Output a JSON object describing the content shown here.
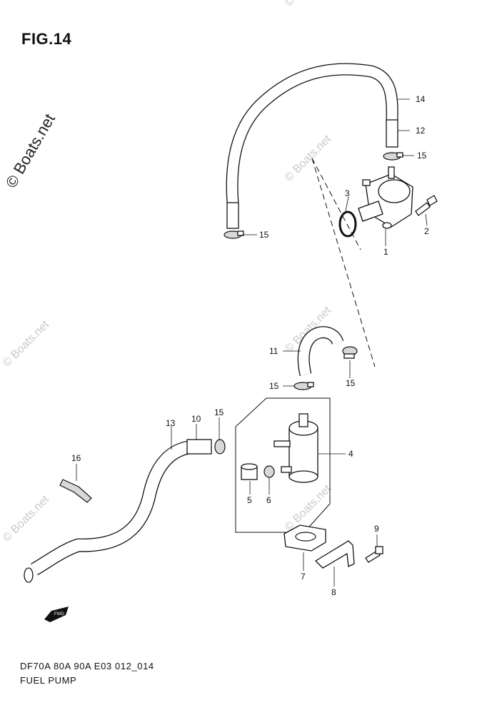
{
  "figure": {
    "title": "FIG.14"
  },
  "footer": {
    "model": "DF70A 80A 90A E03 012_014",
    "name": "FUEL PUMP"
  },
  "watermark": {
    "text": "© Boats.net"
  },
  "direction_badge": {
    "label": "FWD"
  },
  "callouts": [
    {
      "id": "c1",
      "label": "1"
    },
    {
      "id": "c2",
      "label": "2"
    },
    {
      "id": "c3",
      "label": "3"
    },
    {
      "id": "c4",
      "label": "4"
    },
    {
      "id": "c5",
      "label": "5"
    },
    {
      "id": "c6",
      "label": "6"
    },
    {
      "id": "c7",
      "label": "7"
    },
    {
      "id": "c8",
      "label": "8"
    },
    {
      "id": "c9",
      "label": "9"
    },
    {
      "id": "c10",
      "label": "10"
    },
    {
      "id": "c11",
      "label": "11"
    },
    {
      "id": "c12",
      "label": "12"
    },
    {
      "id": "c13",
      "label": "13"
    },
    {
      "id": "c14",
      "label": "14"
    },
    {
      "id": "c15a",
      "label": "15"
    },
    {
      "id": "c15b",
      "label": "15"
    },
    {
      "id": "c15c",
      "label": "15"
    },
    {
      "id": "c15d",
      "label": "15"
    },
    {
      "id": "c15e",
      "label": "15"
    },
    {
      "id": "c16",
      "label": "16"
    }
  ]
}
